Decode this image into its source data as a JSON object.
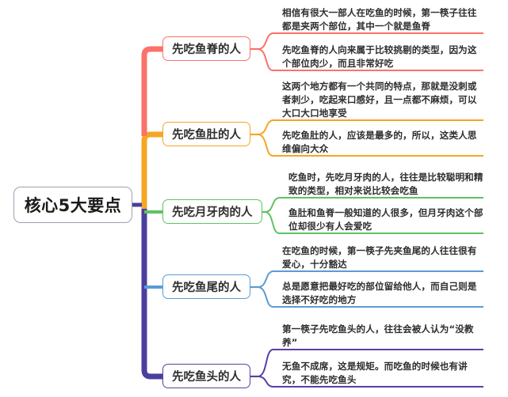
{
  "diagram": {
    "type": "mind-map",
    "root": {
      "label": "核心5大要点",
      "border_color": "#9aa3b0"
    },
    "spine_color": "#4a3f9e",
    "branches": [
      {
        "label": "先吃鱼脊的人",
        "color": "#fa7268",
        "items": [
          "相信有很大一部人在吃鱼的时候，第一筷子往往都是夹两个部位，其中一个就是鱼脊",
          "先吃鱼脊的人向来属于比较挑剔的类型，因为这个部位肉少，而且非常好吃"
        ]
      },
      {
        "label": "先吃鱼肚的人",
        "color": "#f5a623",
        "items": [
          "这两个地方都有一个共同的特点，那就是没刺或者刺少，吃起来口感好，且一点都不麻烦，可以大口大口地享受",
          "先吃鱼肚的人，应该是最多的，所以，这类人思维偏向大众"
        ]
      },
      {
        "label": "先吃月牙肉的人",
        "color": "#5fc264",
        "items": [
          "吃鱼时，先吃月牙肉的人，往往是比较聪明和精致的类型，相对来说比较会吃鱼",
          "鱼肚和鱼脊一般知道的人很多，但月牙肉这个部位却很少有人会爱吃"
        ]
      },
      {
        "label": "先吃鱼尾的人",
        "color": "#5b9bd5",
        "items": [
          "在吃鱼的时候，第一筷子先夹鱼尾的人往往很有爱心，十分豁达",
          "总是愿意把最好吃的部位留给他人，而自己则是选择不好吃的地方"
        ]
      },
      {
        "label": "先吃鱼头的人",
        "color": "#5b3fa0",
        "items": [
          "第一筷子先吃鱼头的人，往往会被人认为“没教养”",
          "无鱼不成席，这是规矩。而吃鱼的时候也有讲究，不能先吃鱼头"
        ]
      }
    ]
  }
}
